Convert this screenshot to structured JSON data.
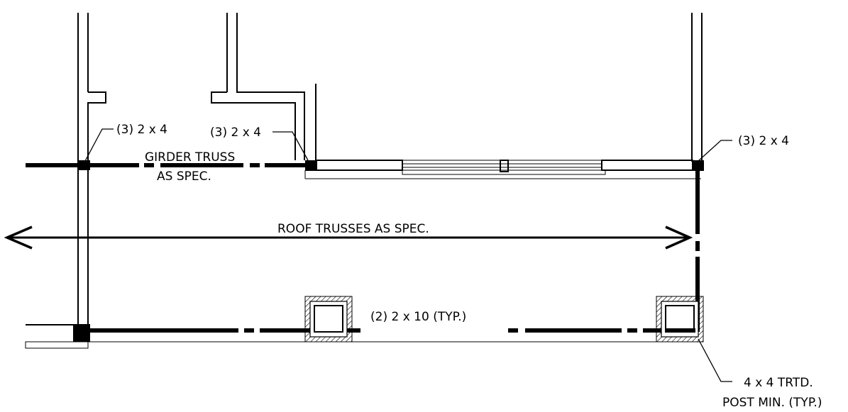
{
  "labels": {
    "girder_left": "(3) 2 x 4",
    "girder_mid": "(3) 2 x 4",
    "girder_right": "(3) 2 x 4",
    "girder_truss_line1": "GIRDER TRUSS",
    "girder_truss_line2": "AS SPEC.",
    "roof_trusses": "ROOF TRUSSES AS SPEC.",
    "header_typ": "(2) 2 x 10 (TYP.)",
    "post_line1": "4 x 4 TRTD.",
    "post_line2": "POST MIN. (TYP.)"
  }
}
